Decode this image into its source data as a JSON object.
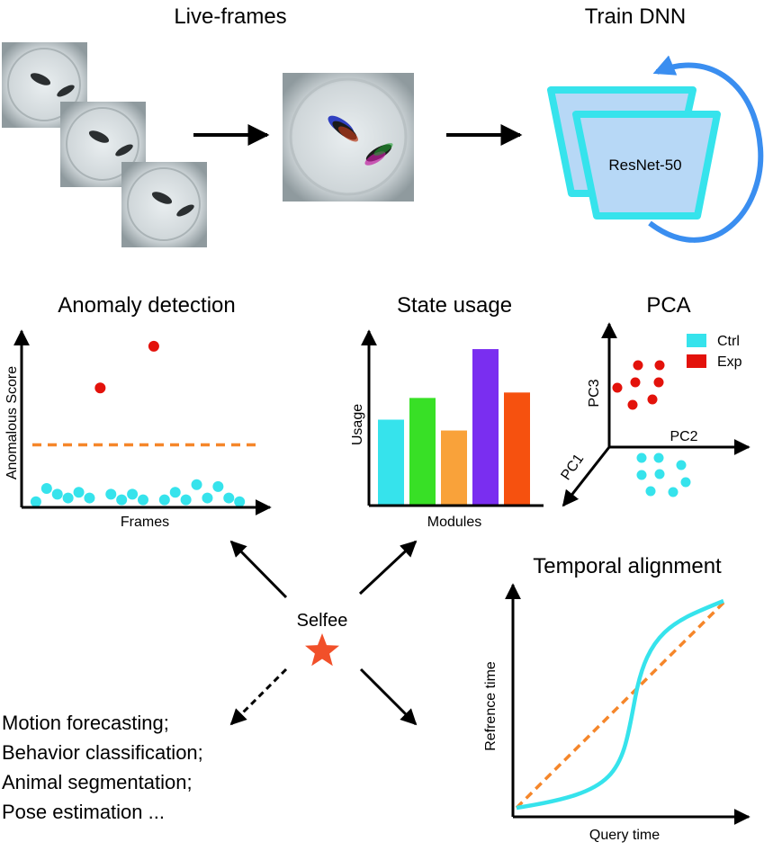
{
  "titles": {
    "live_frames": "Live-frames",
    "train_dnn": "Train DNN",
    "anomaly": "Anomaly detection",
    "state_usage": "State usage",
    "pca": "PCA",
    "temporal": "Temporal alignment"
  },
  "network": {
    "label": "ResNet-50"
  },
  "center": {
    "label": "Selfee"
  },
  "other_tasks": [
    "Motion forecasting;",
    "Behavior classification;",
    "Animal segmentation;",
    "Pose estimation ..."
  ],
  "colors": {
    "cyan": "#36e3ec",
    "red": "#e3120b",
    "orange": "#f5862a",
    "blue_arrow": "#3a8ef0",
    "net_fill": "#b7d8f6",
    "star": "#f1502a"
  },
  "chart_data": [
    {
      "type": "scatter",
      "title": "Anomaly detection",
      "xlabel": "Frames",
      "ylabel": "Anomalous Score",
      "normal_points": [
        [
          0.5,
          1.0
        ],
        [
          1.0,
          4.5
        ],
        [
          1.5,
          3.0
        ],
        [
          2.0,
          2.0
        ],
        [
          2.5,
          3.5
        ],
        [
          3.0,
          2.0
        ],
        [
          4.0,
          3.0
        ],
        [
          4.5,
          1.5
        ],
        [
          5.0,
          3.0
        ],
        [
          5.5,
          1.5
        ],
        [
          6.5,
          1.5
        ],
        [
          7.0,
          3.5
        ],
        [
          7.5,
          1.5
        ],
        [
          8.0,
          5.5
        ],
        [
          8.5,
          2.0
        ],
        [
          9.0,
          5.0
        ],
        [
          9.5,
          2.0
        ],
        [
          10.0,
          1.0
        ]
      ],
      "anomaly_points": [
        [
          3.5,
          31.0
        ],
        [
          6.0,
          42.0
        ]
      ],
      "threshold": 16,
      "xlim": [
        0,
        11
      ],
      "ylim": [
        0,
        46
      ]
    },
    {
      "type": "bar",
      "title": "State usage",
      "xlabel": "Modules",
      "ylabel": "Usage",
      "values": [
        94,
        118,
        82,
        172,
        124
      ],
      "colors": [
        "#36e3ec",
        "#38e026",
        "#f9a23a",
        "#7a2ef0",
        "#f6510f"
      ],
      "ylim": [
        0,
        185
      ]
    },
    {
      "type": "scatter",
      "title": "PCA",
      "axes": [
        "PC1",
        "PC2",
        "PC3"
      ],
      "series": [
        {
          "name": "Ctrl",
          "color": "#36e3ec"
        },
        {
          "name": "Exp",
          "color": "#e3120b"
        }
      ]
    },
    {
      "type": "line",
      "title": "Temporal alignment",
      "xlabel": "Query time",
      "ylabel": "Refrence time"
    }
  ]
}
